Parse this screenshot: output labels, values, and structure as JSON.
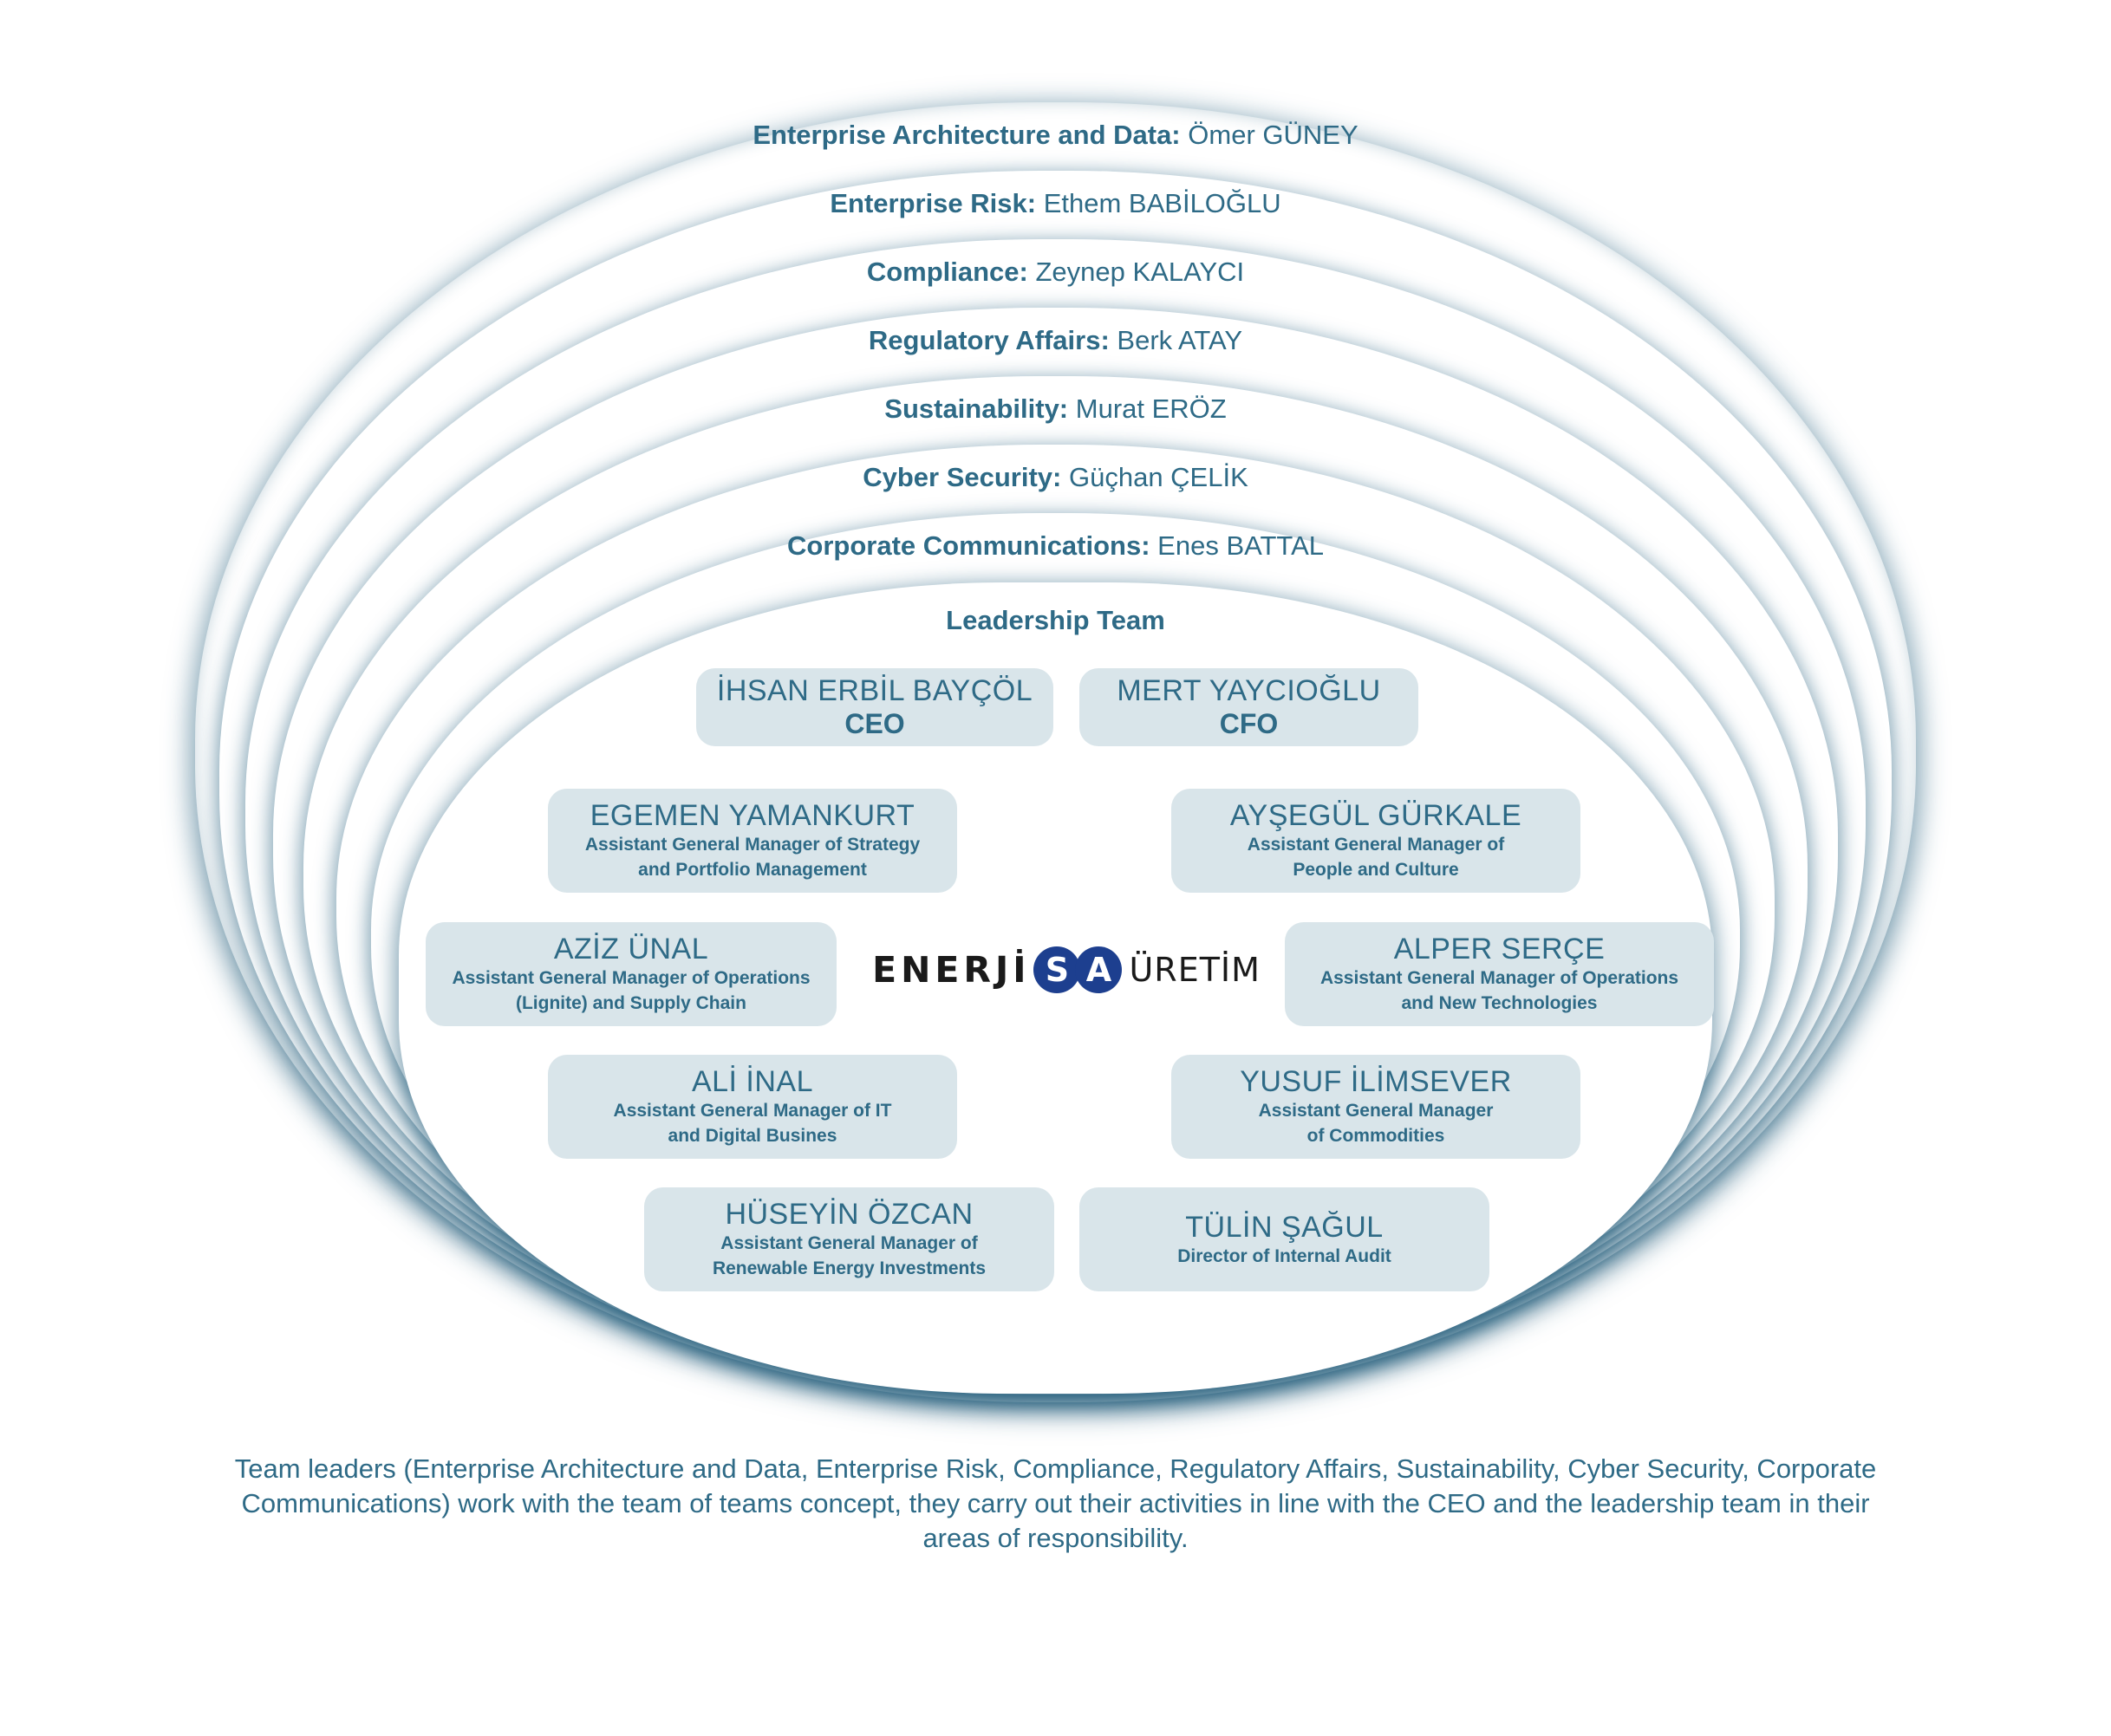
{
  "rings": [
    {
      "role": "Enterprise Architecture and Data:",
      "person": "Ömer GÜNEY"
    },
    {
      "role": "Enterprise Risk:",
      "person": "Ethem BABİLOĞLU"
    },
    {
      "role": "Compliance:",
      "person": "Zeynep KALAYCI"
    },
    {
      "role": "Regulatory Affairs:",
      "person": "Berk ATAY"
    },
    {
      "role": "Sustainability:",
      "person": "Murat ERÖZ"
    },
    {
      "role": "Cyber Security:",
      "person": "Güçhan ÇELİK"
    },
    {
      "role": "Corporate Communications:",
      "person": "Enes BATTAL"
    }
  ],
  "leadership": {
    "title": "Leadership Team",
    "members": [
      {
        "name": "İHSAN ERBİL BAYÇÖL",
        "title": "CEO"
      },
      {
        "name": "MERT YAYCIOĞLU",
        "title": "CFO"
      },
      {
        "name": "EGEMEN YAMANKURT",
        "title": "Assistant General Manager of Strategy\nand Portfolio Management"
      },
      {
        "name": "AYŞEGÜL GÜRKALE",
        "title": "Assistant General Manager of\nPeople and Culture"
      },
      {
        "name": "AZİZ ÜNAL",
        "title": "Assistant General Manager of Operations\n(Lignite) and Supply Chain"
      },
      {
        "name": "ALPER SERÇE",
        "title": "Assistant General Manager of Operations\nand New Technologies"
      },
      {
        "name": "ALİ İNAL",
        "title": "Assistant General Manager of IT\nand Digital Busines"
      },
      {
        "name": "YUSUF İLİMSEVER",
        "title": "Assistant General Manager\nof Commodities"
      },
      {
        "name": "HÜSEYİN ÖZCAN",
        "title": "Assistant General Manager of\nRenewable Energy Investments"
      },
      {
        "name": "TÜLİN ŞAĞUL",
        "title": "Director of Internal Audit"
      }
    ]
  },
  "logo": {
    "brand": "ENERJİ",
    "mark_letters": [
      "S",
      "A"
    ],
    "sub": "ÜRETİM",
    "mark_color": "#1d3f8f"
  },
  "footer": "Team leaders (Enterprise Architecture and Data, Enterprise Risk, Compliance, Regulatory Affairs, Sustainability, Cyber Security, Corporate Communications) work with the team of teams concept, they carry out their activities in line with the CEO and the leadership team in their areas of responsibility.",
  "colors": {
    "accent": "#2e6a86",
    "card": "#d9e5ea",
    "ring_shadow": "#1e5a78"
  }
}
